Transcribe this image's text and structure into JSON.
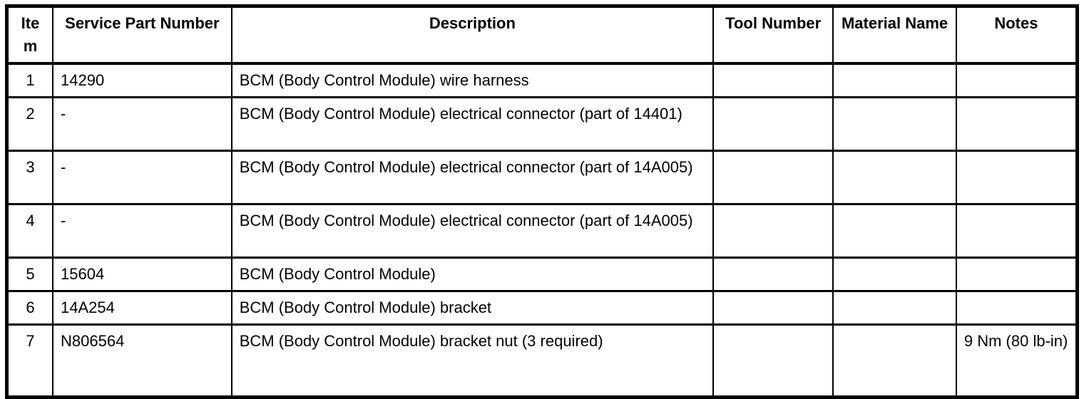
{
  "page": {
    "background_color": "#ffffff",
    "border_color": "#000000",
    "text_color": "#000000"
  },
  "table": {
    "columns": [
      {
        "key": "item",
        "label": "Item"
      },
      {
        "key": "service_part_number",
        "label": "Service Part Number"
      },
      {
        "key": "description",
        "label": "Description"
      },
      {
        "key": "tool_number",
        "label": "Tool Number"
      },
      {
        "key": "material_name",
        "label": "Material Name"
      },
      {
        "key": "notes",
        "label": "Notes"
      }
    ],
    "rows": [
      {
        "item": "1",
        "service_part_number": "14290",
        "description": "BCM (Body Control Module) wire harness",
        "tool_number": "",
        "material_name": "",
        "notes": ""
      },
      {
        "item": "2",
        "service_part_number": "-",
        "description": "BCM (Body Control Module) electrical connector (part of 14401)",
        "tool_number": "",
        "material_name": "",
        "notes": ""
      },
      {
        "item": "3",
        "service_part_number": "-",
        "description": "BCM (Body Control Module) electrical connector (part of 14A005)",
        "tool_number": "",
        "material_name": "",
        "notes": ""
      },
      {
        "item": "4",
        "service_part_number": "-",
        "description": "BCM (Body Control Module) electrical connector (part of 14A005)",
        "tool_number": "",
        "material_name": "",
        "notes": ""
      },
      {
        "item": "5",
        "service_part_number": "15604",
        "description": "BCM (Body Control Module)",
        "tool_number": "",
        "material_name": "",
        "notes": ""
      },
      {
        "item": "6",
        "service_part_number": "14A254",
        "description": "BCM (Body Control Module) bracket",
        "tool_number": "",
        "material_name": "",
        "notes": ""
      },
      {
        "item": "7",
        "service_part_number": "N806564",
        "description": "BCM (Body Control Module) bracket nut (3 required)",
        "tool_number": "",
        "material_name": "",
        "notes": "9 Nm (80 lb-in)"
      }
    ]
  }
}
